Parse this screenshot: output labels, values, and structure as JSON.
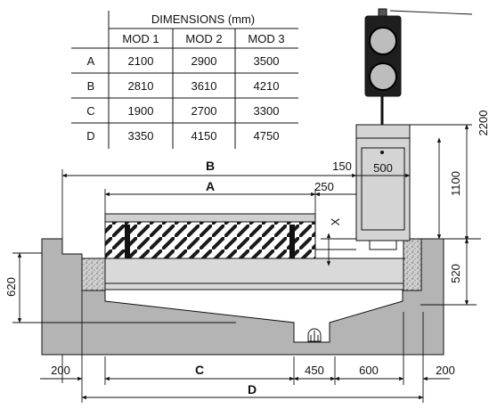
{
  "table": {
    "title": "DIMENSIONS (mm)",
    "columns": [
      "MOD 1",
      "MOD 2",
      "MOD 3"
    ],
    "rows": [
      {
        "label": "A",
        "values": [
          "2100",
          "2900",
          "3500"
        ]
      },
      {
        "label": "B",
        "values": [
          "2810",
          "3610",
          "4210"
        ]
      },
      {
        "label": "C",
        "values": [
          "1900",
          "2700",
          "3300"
        ]
      },
      {
        "label": "D",
        "values": [
          "3350",
          "4150",
          "4750"
        ]
      }
    ]
  },
  "dims": {
    "A": "A",
    "B": "B",
    "C": "C",
    "D": "D",
    "X": "X",
    "d150": "150",
    "d250": "250",
    "d500": "500",
    "d1100": "1100",
    "d2200": "2200",
    "d520": "520",
    "d620": "620",
    "d200_left": "200",
    "d450": "450",
    "d600": "600",
    "d200_right": "200"
  },
  "colors": {
    "concrete": "#b4b4b4",
    "panel": "#d4d4d4",
    "lamp": "#1e1e1e",
    "line": "#111111"
  }
}
